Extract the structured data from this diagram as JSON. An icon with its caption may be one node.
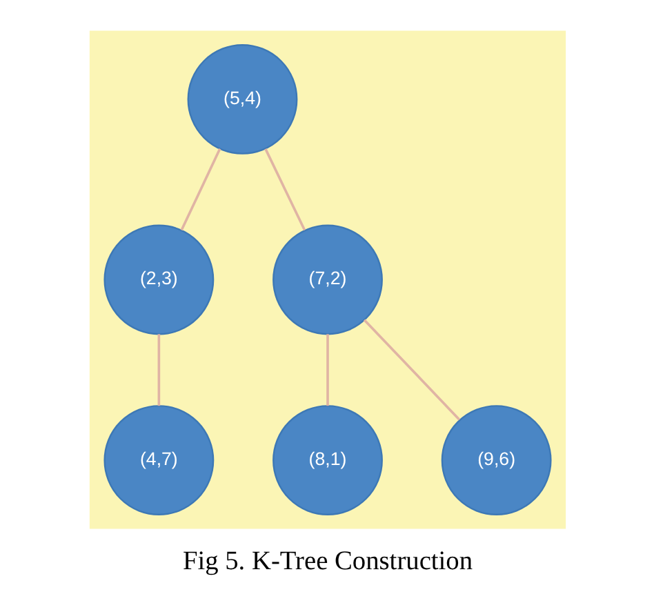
{
  "diagram": {
    "caption": "Fig 5. K-Tree Construction",
    "nodes": [
      {
        "text": [],
        "shape": "box"
      },
      {
        "text": [
          "(5,4)"
        ],
        "in": 0
      },
      {
        "text": [
          "(2,3)"
        ],
        "in": 0
      },
      {
        "text": [
          "(7,2)"
        ],
        "in": 0
      },
      {
        "text": [
          "(4,7)"
        ],
        "in": 0
      },
      {
        "text": [
          "(8,1)"
        ],
        "in": 0
      },
      {
        "text": [
          "(9,6)"
        ],
        "in": 0
      }
    ],
    "edges": [
      {
        "from": 1,
        "to": 2,
        "arrow": "none"
      },
      {
        "from": 1,
        "to": 3,
        "arrow": "none"
      },
      {
        "from": 2,
        "to": 4,
        "arrow": "none"
      },
      {
        "from": 3,
        "to": 5,
        "arrow": "none"
      },
      {
        "from": 3,
        "to": 6,
        "arrow": "none"
      }
    ]
  }
}
